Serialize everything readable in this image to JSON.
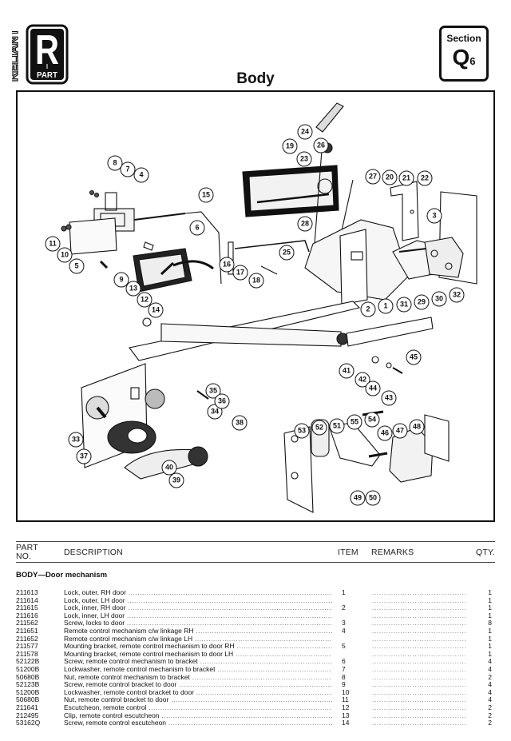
{
  "header": {
    "logo": {
      "brand": "RELIANT",
      "letter": "R",
      "sub": "PART"
    },
    "title": "Body",
    "section": {
      "label": "Section",
      "code": "Q",
      "sub": "6"
    }
  },
  "diagram": {
    "callouts": [
      "1",
      "2",
      "3",
      "4",
      "5",
      "6",
      "7",
      "8",
      "9",
      "10",
      "11",
      "12",
      "13",
      "14",
      "15",
      "16",
      "17",
      "18",
      "19",
      "20",
      "21",
      "22",
      "23",
      "24",
      "25",
      "26",
      "27",
      "28",
      "29",
      "30",
      "31",
      "32",
      "33",
      "34",
      "35",
      "36",
      "37",
      "38",
      "39",
      "40",
      "41",
      "42",
      "43",
      "44",
      "45",
      "46",
      "47",
      "48",
      "49",
      "50",
      "51",
      "52",
      "53",
      "54",
      "55"
    ]
  },
  "table": {
    "columns": {
      "part_no": "PART NO.",
      "part_no_line1": "PART",
      "part_no_line2": "NO.",
      "description": "DESCRIPTION",
      "item": "ITEM",
      "remarks": "REMARKS",
      "qty": "QTY."
    },
    "group_title": "BODY—Door mechanism",
    "rows": [
      {
        "part": "211613",
        "desc": "Lock, outer, RH door",
        "item": "1",
        "qty": "1"
      },
      {
        "part": "211614",
        "desc": "Lock, outer, LH door",
        "item": "",
        "qty": "1"
      },
      {
        "part": "211615",
        "desc": "Lock, inner, RH door",
        "item": "2",
        "qty": "1"
      },
      {
        "part": "211616",
        "desc": "Lock, inner, LH door",
        "item": "",
        "qty": "1"
      },
      {
        "part": "211562",
        "desc": "Screw, locks to door",
        "item": "3",
        "qty": "8"
      },
      {
        "part": "211651",
        "desc": "Remote control mechanism c/w linkage RH",
        "item": "4",
        "qty": "1"
      },
      {
        "part": "211652",
        "desc": "Remote control mechanism c/w linkage LH",
        "item": "",
        "qty": "1"
      },
      {
        "part": "211577",
        "desc": "Mounting bracket, remote control mechanism to door RH",
        "item": "5",
        "qty": "1"
      },
      {
        "part": "211578",
        "desc": "Mounting bracket, remote control mechanism to door LH",
        "item": "",
        "qty": "1"
      },
      {
        "part": "52122B",
        "desc": "Screw, remote control mechanism to bracket",
        "item": "6",
        "qty": "4"
      },
      {
        "part": "51200B",
        "desc": "Lockwasher, remote control mechanism to bracket",
        "item": "7",
        "qty": "4"
      },
      {
        "part": "50680B",
        "desc": "Nut, remote control mechanism to bracket",
        "item": "8",
        "qty": "2"
      },
      {
        "part": "52123B",
        "desc": "Screw, remote control bracket to door",
        "item": "9",
        "qty": "4"
      },
      {
        "part": "51200B",
        "desc": "Lockwasher, remote control bracket to door",
        "item": "10",
        "qty": "4"
      },
      {
        "part": "50680B",
        "desc": "Nut, remote control bracket to door",
        "item": "11",
        "qty": "4"
      },
      {
        "part": "211641",
        "desc": "Escutcheon, remote control",
        "item": "12",
        "qty": "2"
      },
      {
        "part": "212495",
        "desc": "Clip, remote control escutcheon",
        "item": "13",
        "qty": "2"
      },
      {
        "part": "53162Q",
        "desc": "Screw, remote control escutcheon",
        "item": "14",
        "qty": "2"
      }
    ]
  },
  "colors": {
    "ink": "#111111",
    "paper": "#ffffff"
  }
}
